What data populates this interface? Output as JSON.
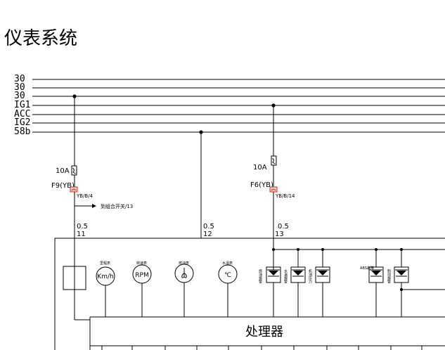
{
  "title": "仪表系统",
  "buses": [
    "30",
    "30",
    "30",
    "IG1",
    "ACC",
    "IG2",
    "58b"
  ],
  "fuses": [
    {
      "rating": "10A",
      "name": "F9(YB)",
      "connector": "YB/B/4",
      "wire": "0.5",
      "pin": "11",
      "note": "到组合开关/13"
    },
    {
      "rating": "10A",
      "name": "F6(YB)",
      "connector": "YB/B/14",
      "wire": "0.5",
      "pin": "13"
    }
  ],
  "middle_wire": {
    "wire": "0.5",
    "pin": "12"
  },
  "gauges": [
    {
      "caption": "里程表",
      "text": "Km/h",
      "icon": "speedometer-icon"
    },
    {
      "caption": "转速表",
      "text": "RPM",
      "icon": "tachometer-icon"
    },
    {
      "caption": "燃油表",
      "text": "",
      "icon": "fuel-gauge-icon"
    },
    {
      "caption": "水温表",
      "text": "℃",
      "icon": "temperature-gauge-icon"
    }
  ],
  "indicators": [
    {
      "label": "燃油报警",
      "icon": "led-icon"
    },
    {
      "label": "水温报警",
      "icon": "led-icon"
    },
    {
      "label": "机油压力",
      "icon": "led-icon"
    },
    {
      "label": "ABS故障",
      "icon": "led-icon"
    },
    {
      "label": "制动报警",
      "icon": "led-icon"
    }
  ],
  "processor_label": "处理器",
  "colors": {
    "line": "#000000",
    "connector": "#c0392b",
    "background": "#ffffff"
  }
}
